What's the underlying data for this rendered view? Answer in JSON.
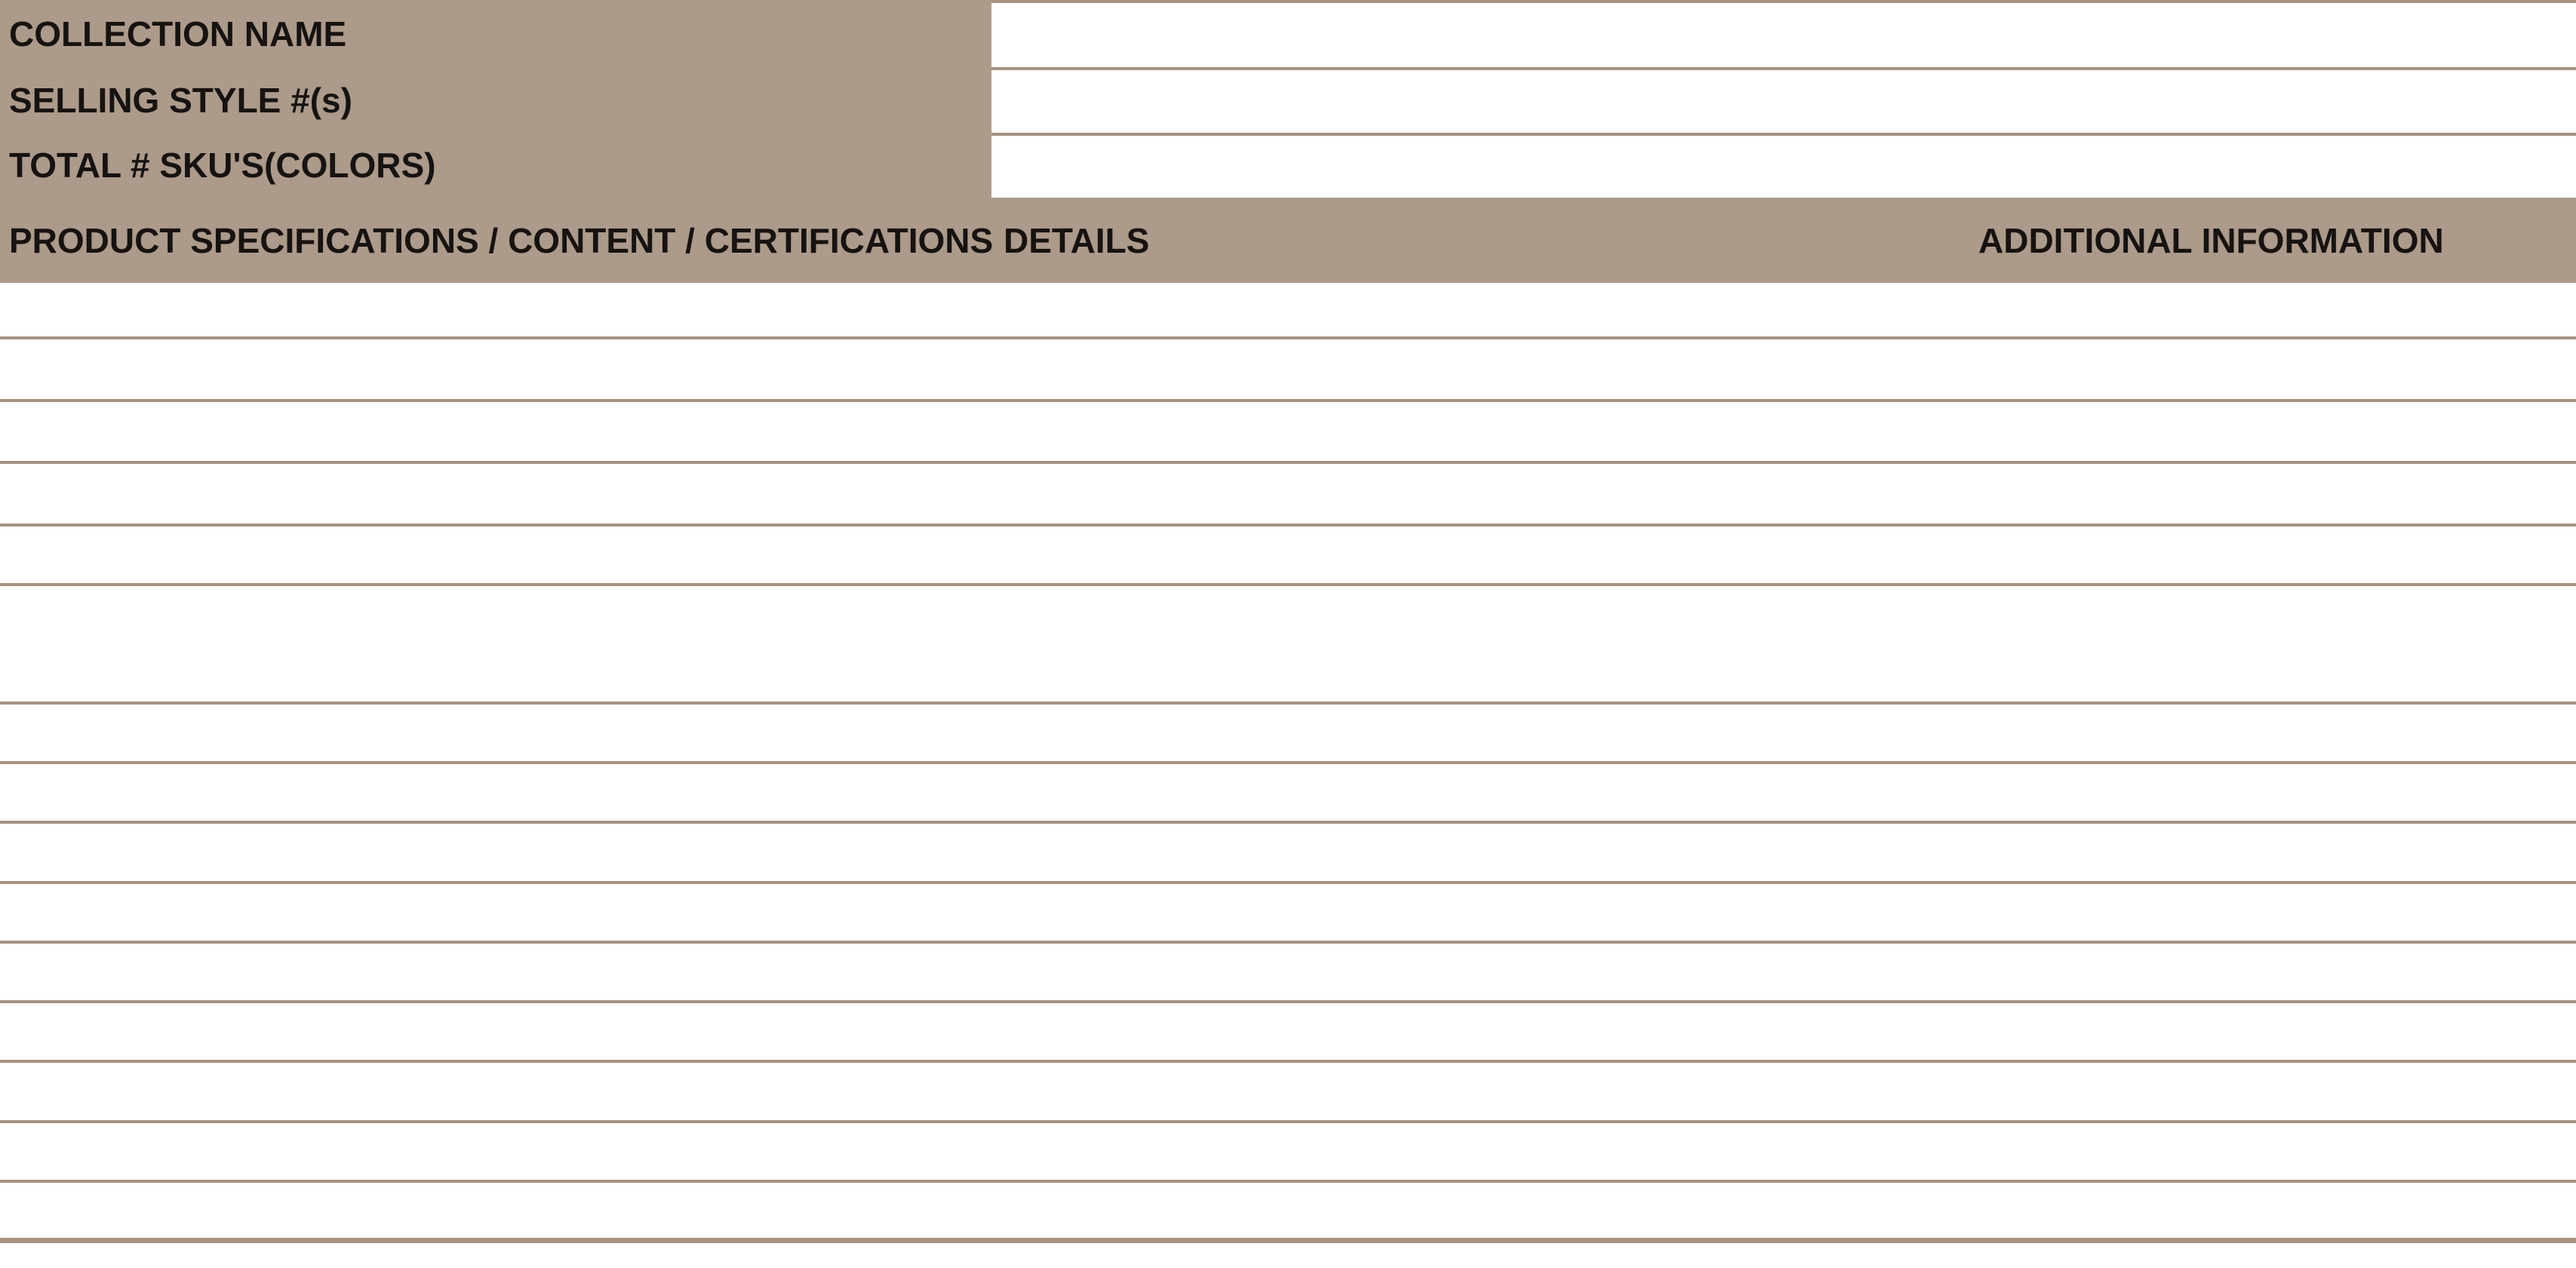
{
  "colors": {
    "tan": "#AC9A8A",
    "line": "#A6927E",
    "text": "#161311",
    "background": "#FFFFFF"
  },
  "info_panel": {
    "rows": [
      {
        "label": "COLLECTION NAME",
        "value": ""
      },
      {
        "label": "SELLING STYLE #(s)",
        "value": ""
      },
      {
        "label": "TOTAL # SKU'S(COLORS)",
        "value": ""
      }
    ]
  },
  "spec_table": {
    "headers": [
      {
        "label": "PRODUCT SPECIFICATIONS / CONTENT / CERTIFICATIONS"
      },
      {
        "label": "DETAILS"
      },
      {
        "label": "ADDITIONAL INFORMATION"
      }
    ],
    "empty_row_count": 15
  }
}
